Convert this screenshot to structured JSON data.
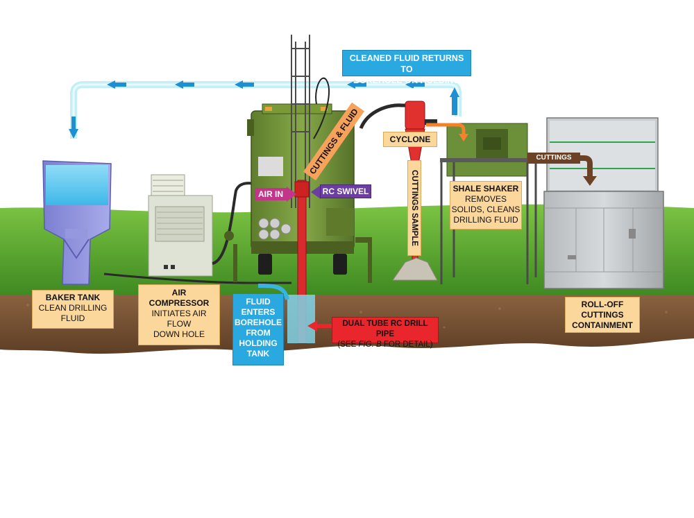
{
  "labels": {
    "returns_line1": "CLEANED FLUID RETURNS TO",
    "returns_line2": "BOREHOLE OR HOLDING TANK",
    "cuttings_fluid": "CUTTINGS & FLUID",
    "cyclone": "CYCLONE",
    "cuttings_arrow": "CUTTINGS",
    "air_in": "AIR IN",
    "rc_swivel": "RC SWIVEL",
    "cuttings_sample": "CUTTINGS SAMPLE",
    "shale_shaker_title": "SHALE SHAKER",
    "shale_shaker_line1": "REMOVES",
    "shale_shaker_line2": "SOLIDS, CLEANS",
    "shale_shaker_line3": "DRILLING FLUID",
    "baker_tank_title": "BAKER TANK",
    "baker_tank_line1": "CLEAN DRILLING",
    "baker_tank_line2": "FLUID",
    "air_compressor_title1": "AIR",
    "air_compressor_title2": "COMPRESSOR",
    "air_compressor_line1": "INITIATES AIR",
    "air_compressor_line2": "FLOW",
    "air_compressor_line3": "DOWN HOLE",
    "fluid_enters_1": "FLUID",
    "fluid_enters_2": "ENTERS",
    "fluid_enters_3": "BOREHOLE",
    "fluid_enters_4": "FROM",
    "fluid_enters_5": "HOLDING",
    "fluid_enters_6": "TANK",
    "drill_pipe_title": "DUAL TUBE RC DRILL PIPE",
    "drill_pipe_note_pre": "(SEE ",
    "drill_pipe_note_ref": "FIG. B",
    "drill_pipe_note_post": " FOR DETAIL)",
    "rolloff_title1": "ROLL-OFF",
    "rolloff_title2": "CUTTINGS",
    "rolloff_title3": "CONTAINMENT"
  },
  "colors": {
    "callout_peach": "#fbd79c",
    "fluid_blue": "#29a9e0",
    "pipe_red": "#e9262b",
    "swivel_purple": "#6b3ea0",
    "air_magenta": "#c2358b",
    "cuttings_orange": "#f7a25a",
    "cuttings_brown": "#6b4226",
    "grass_green": "#4f9a2b",
    "soil_brown": "#7a5536",
    "truck_green": "#6e8d36"
  },
  "icons": [
    "flow-arrow-icon",
    "right-arrow-icon",
    "down-arrow-icon"
  ]
}
